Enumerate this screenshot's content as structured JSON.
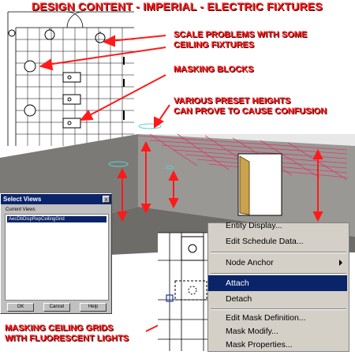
{
  "title": "DESIGN CONTENT - IMPERIAL - ELECTRIC FIXTURES",
  "annotations": {
    "scale": [
      "SCALE PROBLEMS WITH SOME",
      "CEILING FIXTURES"
    ],
    "masking_blocks": "MASKING BLOCKS",
    "heights": [
      "VARIOUS PRESET HEIGHTS",
      "CAN PROVE TO CAUSE CONFUSION"
    ],
    "grids": [
      "MASKING CEILING GRIDS",
      "WITH FLUORESCENT LIGHTS"
    ]
  },
  "dialog": {
    "title": "Select Views",
    "close": "x",
    "list_label": "Current Views",
    "items": [
      "AecDbDispRepCeilingGrid"
    ],
    "buttons": [
      "OK",
      "Cancel",
      "Help"
    ]
  },
  "context_menu": {
    "items": [
      {
        "label": "Entity Display..."
      },
      {
        "label": "Edit Schedule Data..."
      },
      {
        "label": "Node Anchor",
        "submenu": true
      },
      {
        "label": "Attach",
        "selected": true
      },
      {
        "label": "Detach"
      },
      {
        "label": "Edit Mask Definition..."
      },
      {
        "label": "Mask Modify..."
      },
      {
        "label": "Mask Properties..."
      }
    ]
  },
  "colors": {
    "annotation_red": "#ff1a1a",
    "menu_highlight": "#0a246a",
    "room_wall": "#8c8a84",
    "ceiling_grid": "#e0306a"
  }
}
